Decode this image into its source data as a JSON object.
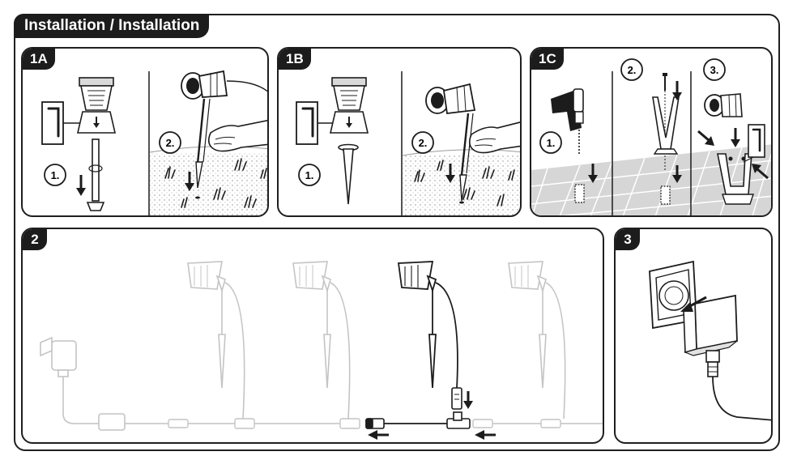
{
  "title": "Installation / Installation",
  "panels": {
    "p1a": {
      "label": "1A",
      "steps": [
        "1.",
        "2."
      ]
    },
    "p1b": {
      "label": "1B",
      "steps": [
        "1.",
        "2."
      ]
    },
    "p1c": {
      "label": "1C",
      "steps": [
        "1.",
        "2.",
        "3."
      ]
    },
    "p2": {
      "label": "2"
    },
    "p3": {
      "label": "3"
    }
  },
  "colors": {
    "ink": "#1c1c1c",
    "faded": "#c4c4c4",
    "tile": "#d6d6d6",
    "soil": "#bdbdbd"
  }
}
